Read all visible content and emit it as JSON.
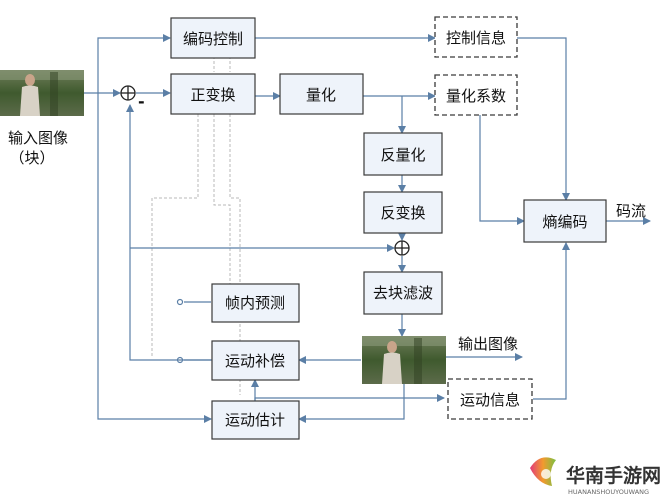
{
  "blocks": {
    "encode_control": "编码控制",
    "control_info": "控制信息",
    "transform": "正变换",
    "quantize": "量化",
    "quant_coeff": "量化系数",
    "inverse_quant": "反量化",
    "inverse_transform": "反变换",
    "entropy_coding": "熵编码",
    "deblocking": "去块滤波",
    "intra_prediction": "帧内预测",
    "motion_compensation": "运动补偿",
    "motion_info": "运动信息",
    "motion_estimation": "运动估计"
  },
  "labels": {
    "input_image_line1": "输入图像",
    "input_image_line2": "（块）",
    "bitstream": "码流",
    "output_image": "输出图像",
    "minus_sign": "-"
  },
  "watermark": {
    "text": "华南手游网",
    "subtext": "HUANANSHOUYOUWANG"
  },
  "colors": {
    "arrow": "#5b7fa6",
    "box_stroke": "#3a3a3a",
    "box_fill": "#eef3fa",
    "text": "#111111",
    "dashed": "#b8b8b8"
  }
}
